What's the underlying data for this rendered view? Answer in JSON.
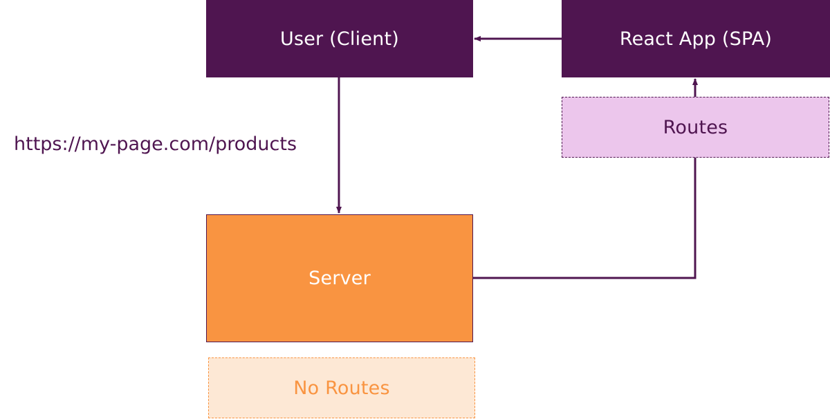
{
  "diagram": {
    "nodes": {
      "user": "User (Client)",
      "react_app": "React App (SPA)",
      "routes": "Routes",
      "server": "Server",
      "no_routes": "No Routes"
    },
    "edge_labels": {
      "request_url": "https://my-page.com/products"
    },
    "edges": [
      {
        "from": "user",
        "to": "server",
        "label": "https://my-page.com/products"
      },
      {
        "from": "server",
        "to": "routes"
      },
      {
        "from": "routes",
        "to": "react_app"
      },
      {
        "from": "react_app",
        "to": "user"
      }
    ],
    "colors": {
      "primary": "#4f1550",
      "routes_fill": "#ecc6ec",
      "server_fill": "#f99441",
      "no_routes_fill": "#fde8d5"
    }
  }
}
